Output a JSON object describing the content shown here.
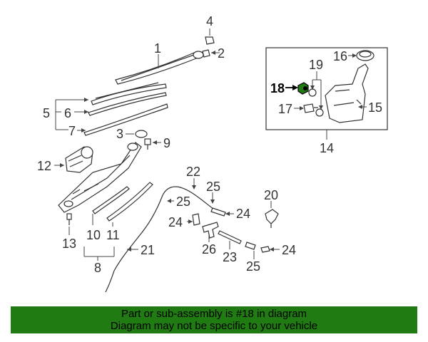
{
  "diagram": {
    "callouts": {
      "c1": "1",
      "c2": "2",
      "c3": "3",
      "c4": "4",
      "c5": "5",
      "c6": "6",
      "c7": "7",
      "c8": "8",
      "c9": "9",
      "c10": "10",
      "c11": "11",
      "c12": "12",
      "c13": "13",
      "c14": "14",
      "c15": "15",
      "c16": "16",
      "c17": "17",
      "c18": "18",
      "c19": "19",
      "c20": "20",
      "c21": "21",
      "c22": "22",
      "c23": "23",
      "c24a": "24",
      "c24b": "24",
      "c24c": "24",
      "c25a": "25",
      "c25b": "25",
      "c25c": "25",
      "c26": "26"
    },
    "highlight_part": "18",
    "highlight_color": "#1f7b12"
  },
  "banner": {
    "line1": "Part or sub-assembly is #18 in diagram",
    "line2": "Diagram may not be specific to your vehicle",
    "background": "#1f7b12"
  }
}
